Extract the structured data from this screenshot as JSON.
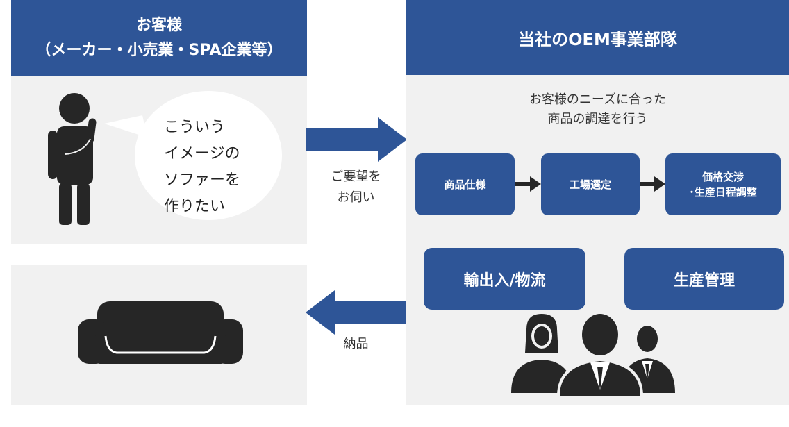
{
  "customer": {
    "title": "お客様",
    "subtitle": "（メーカー・小売業・SPA企業等）",
    "speech_lines": [
      "こういう",
      "イメージの",
      "ソファーを",
      "作りたい"
    ]
  },
  "oem": {
    "title": "当社のOEM事業部隊",
    "description_lines": [
      "お客様のニーズに合った",
      "商品の調達を行う"
    ],
    "process_steps": [
      {
        "lines": [
          "商品仕様"
        ]
      },
      {
        "lines": [
          "工場選定"
        ]
      },
      {
        "lines": [
          "価格交渉",
          "･生産日程調整"
        ]
      }
    ],
    "functions": [
      "輸出入/物流",
      "生産管理"
    ]
  },
  "arrows": {
    "request_lines": [
      "ご要望を",
      "お伺い"
    ],
    "delivery_label": "納品"
  },
  "icons": {
    "customer": "thinking-person-icon",
    "product": "sofa-icon",
    "team": "business-team-icon",
    "request": "arrow-right-icon",
    "delivery": "arrow-left-icon"
  },
  "colors": {
    "primary_blue": "#2e5597",
    "panel_gray": "#f1f1f1",
    "icon_dark": "#262626"
  }
}
